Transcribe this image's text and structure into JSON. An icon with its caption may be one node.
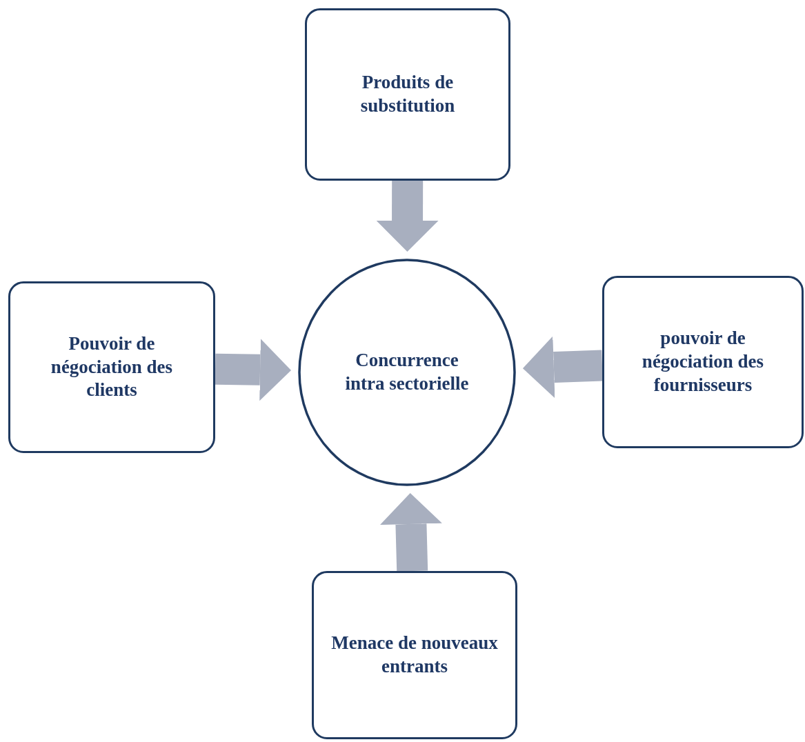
{
  "diagram": {
    "nodes": [
      {
        "text": [
          "Produits de substitution"
        ]
      },
      {
        "text": [
          "Pouvoir de négociation des clients"
        ]
      },
      {
        "text": [
          "Concurrence intra sectorielle"
        ]
      },
      {
        "text": [
          "pouvoir de négociation des fournisseurs"
        ]
      },
      {
        "text": [
          "Menace de nouveaux entrants"
        ]
      }
    ],
    "edges": [
      {
        "from": 0,
        "to": 2,
        "arrow": "to"
      },
      {
        "from": 1,
        "to": 2,
        "arrow": "to"
      },
      {
        "from": 3,
        "to": 2,
        "arrow": "to"
      },
      {
        "from": 4,
        "to": 2,
        "arrow": "to"
      }
    ]
  }
}
